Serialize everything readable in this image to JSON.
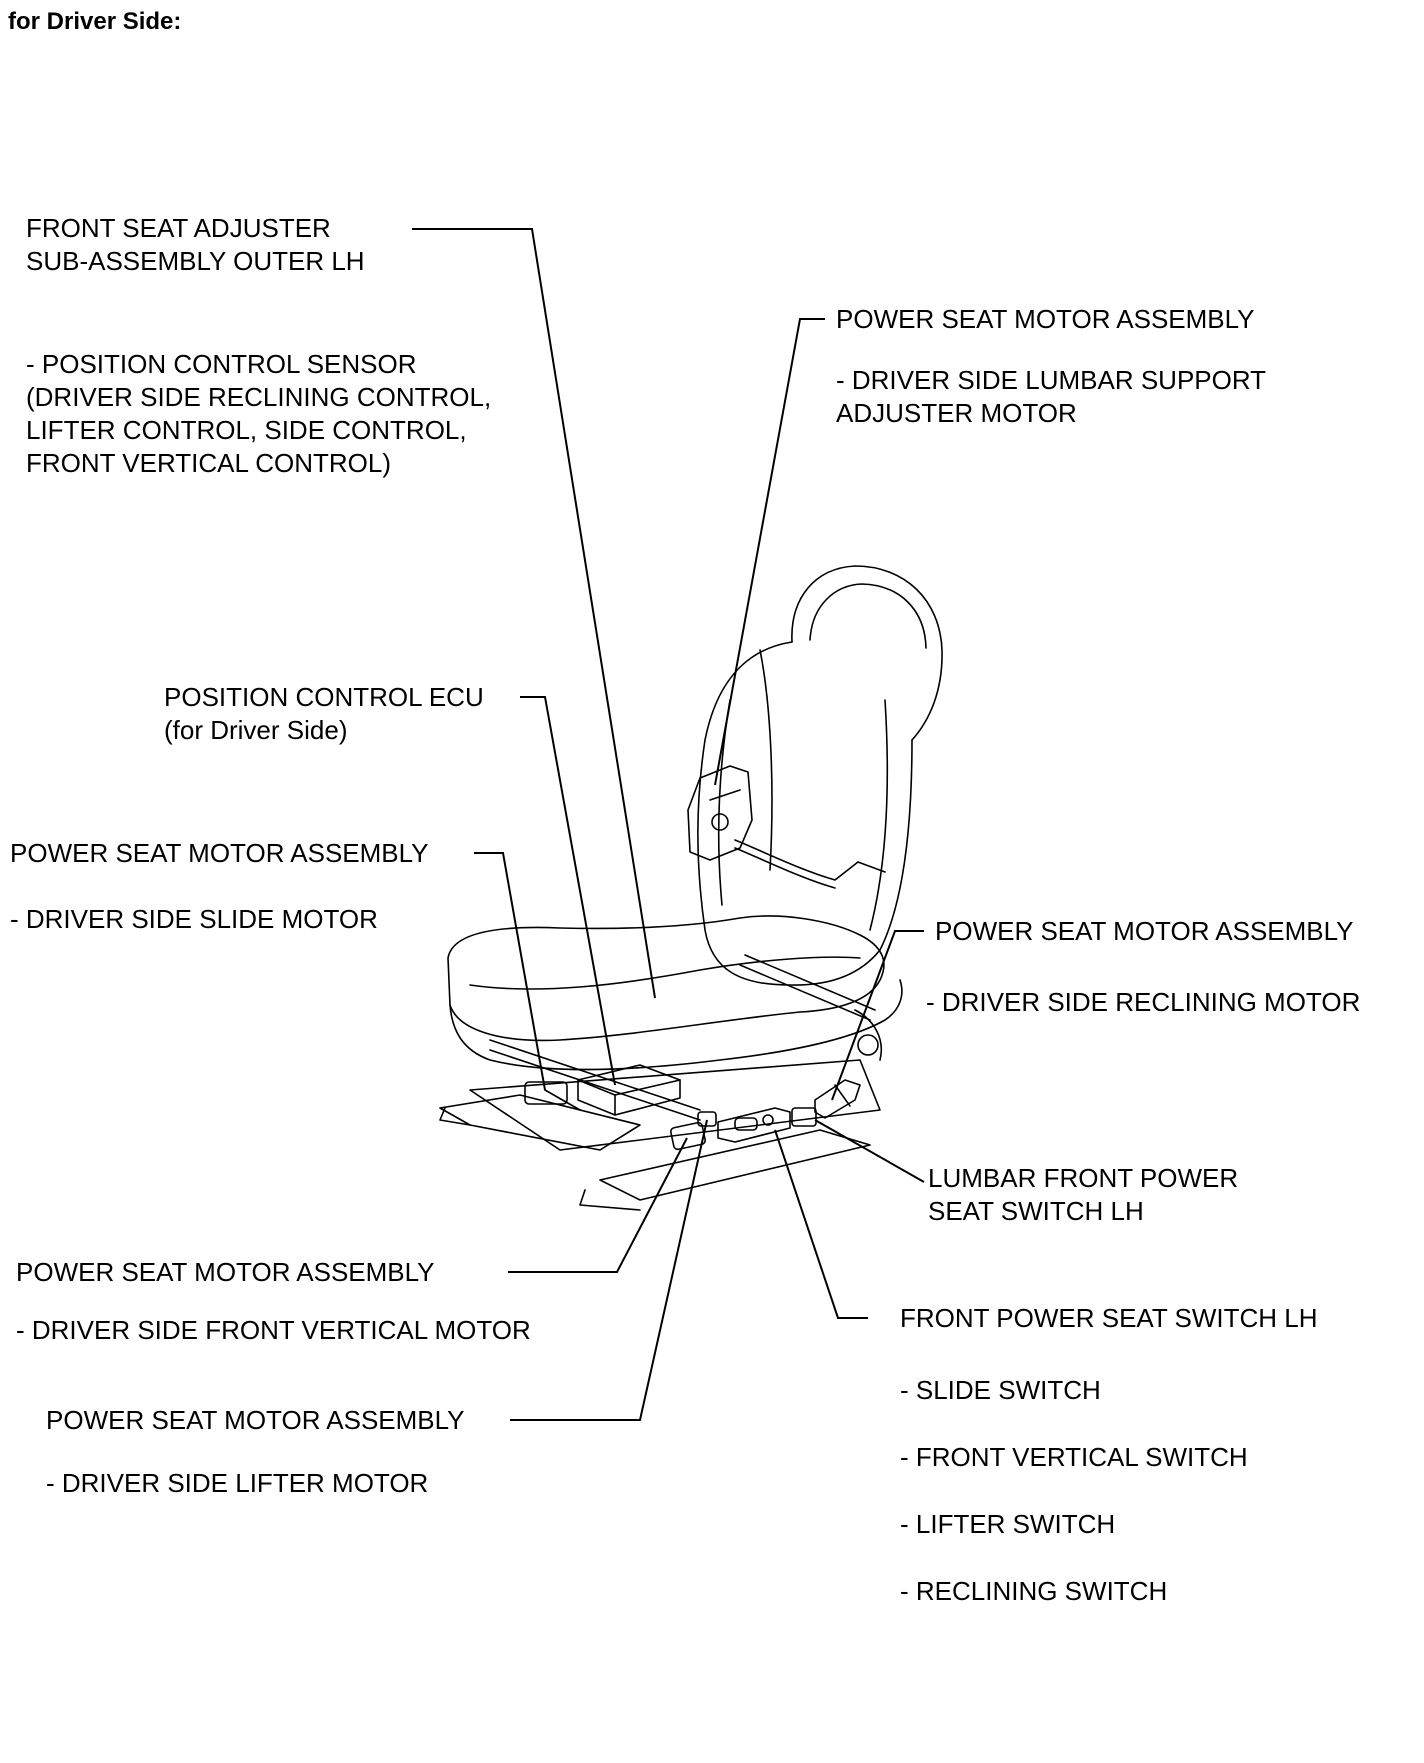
{
  "heading": "for Driver Side:",
  "labels": {
    "adjuster_l1": "FRONT SEAT ADJUSTER",
    "adjuster_l2": "SUB-ASSEMBLY OUTER LH",
    "sensor_l1": "- POSITION CONTROL SENSOR",
    "sensor_l2": "(DRIVER SIDE RECLINING CONTROL,",
    "sensor_l3": "LIFTER CONTROL, SIDE CONTROL,",
    "sensor_l4": "FRONT VERTICAL CONTROL)",
    "lumbar_motor_title": "POWER SEAT MOTOR ASSEMBLY",
    "lumbar_motor_l1": "- DRIVER SIDE LUMBAR SUPPORT",
    "lumbar_motor_l2": "ADJUSTER MOTOR",
    "ecu_l1": "POSITION CONTROL ECU",
    "ecu_l2": "(for Driver Side)",
    "slide_motor_title": "POWER SEAT MOTOR ASSEMBLY",
    "slide_motor_sub": "- DRIVER SIDE SLIDE MOTOR",
    "recline_motor_title": "POWER SEAT MOTOR ASSEMBLY",
    "recline_motor_sub": "- DRIVER SIDE RECLINING MOTOR",
    "lumbar_switch_l1": "LUMBAR FRONT POWER",
    "lumbar_switch_l2": "SEAT SWITCH LH",
    "front_vert_motor_title": "POWER SEAT MOTOR ASSEMBLY",
    "front_vert_motor_sub": "- DRIVER SIDE FRONT VERTICAL MOTOR",
    "switch_title": "FRONT POWER SEAT SWITCH LH",
    "switch_item1": "- SLIDE SWITCH",
    "switch_item2": "- FRONT VERTICAL SWITCH",
    "switch_item3": "- LIFTER SWITCH",
    "switch_item4": "- RECLINING SWITCH",
    "lifter_motor_title": "POWER SEAT MOTOR ASSEMBLY",
    "lifter_motor_sub": "- DRIVER SIDE LIFTER MOTOR"
  }
}
